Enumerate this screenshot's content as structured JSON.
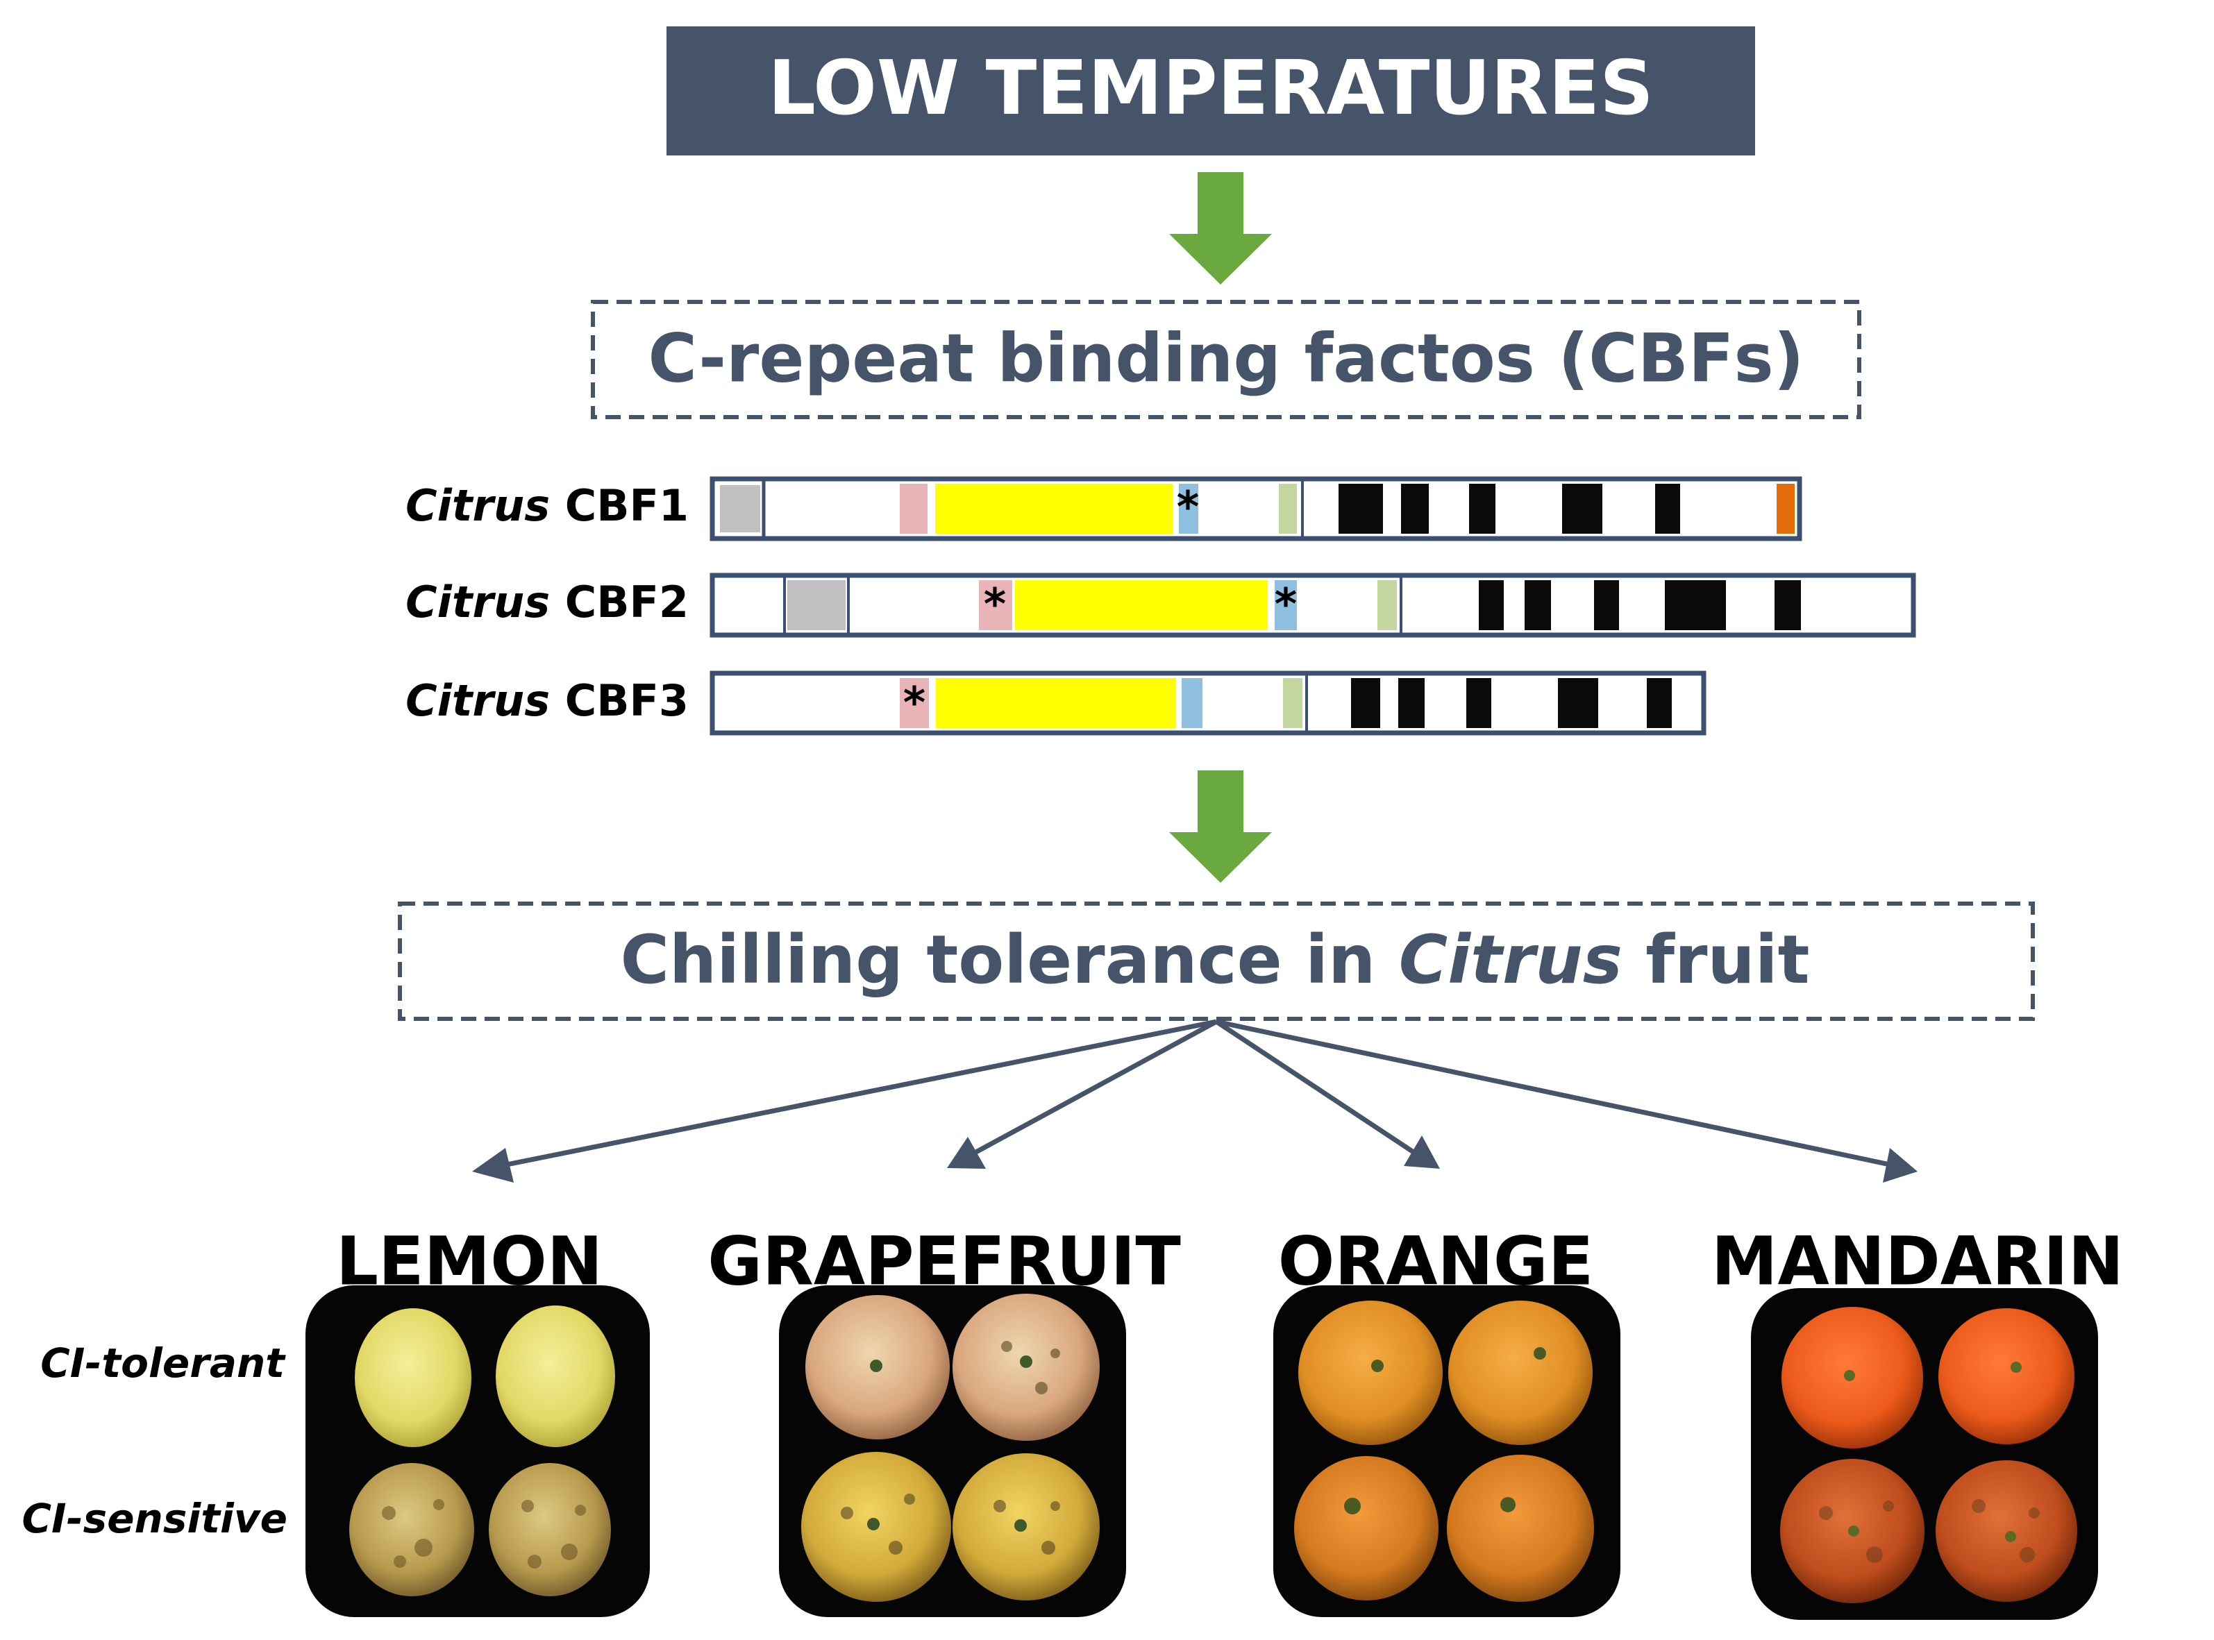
{
  "colors": {
    "header_bg": "#465469",
    "header_text": "#ffffff",
    "box_text": "#465469",
    "arrow_green": "#6aa93f",
    "arrow_dark": "#465469",
    "gene_border": "#3b4f72",
    "segment_gray": "#c0c0c0",
    "segment_pink": "#e8b4b8",
    "segment_yellow": "#ffff00",
    "segment_blue": "#8fc0e0",
    "segment_green": "#c4d6a0",
    "segment_black": "#0a0a0a",
    "segment_orange": "#e36c0a"
  },
  "header": {
    "title": "LOW TEMPERATURES"
  },
  "cbf_box": {
    "text": "C-repeat binding factos (CBFs)"
  },
  "tolerance_box": {
    "prefix": "Chilling tolerance in ",
    "italic": "Citrus",
    "suffix": " fruit"
  },
  "genes": [
    {
      "genus": "Citrus",
      "name": " CBF1"
    },
    {
      "genus": "Citrus",
      "name": " CBF2"
    },
    {
      "genus": "Citrus",
      "name": " CBF3"
    }
  ],
  "gene_marker": "*",
  "fruits": [
    {
      "title": "LEMON"
    },
    {
      "title": "GRAPEFRUIT"
    },
    {
      "title": "ORANGE"
    },
    {
      "title": "MANDARIN"
    }
  ],
  "row_labels": {
    "tolerant": "CI-tolerant",
    "sensitive": "CI-sensitive"
  }
}
